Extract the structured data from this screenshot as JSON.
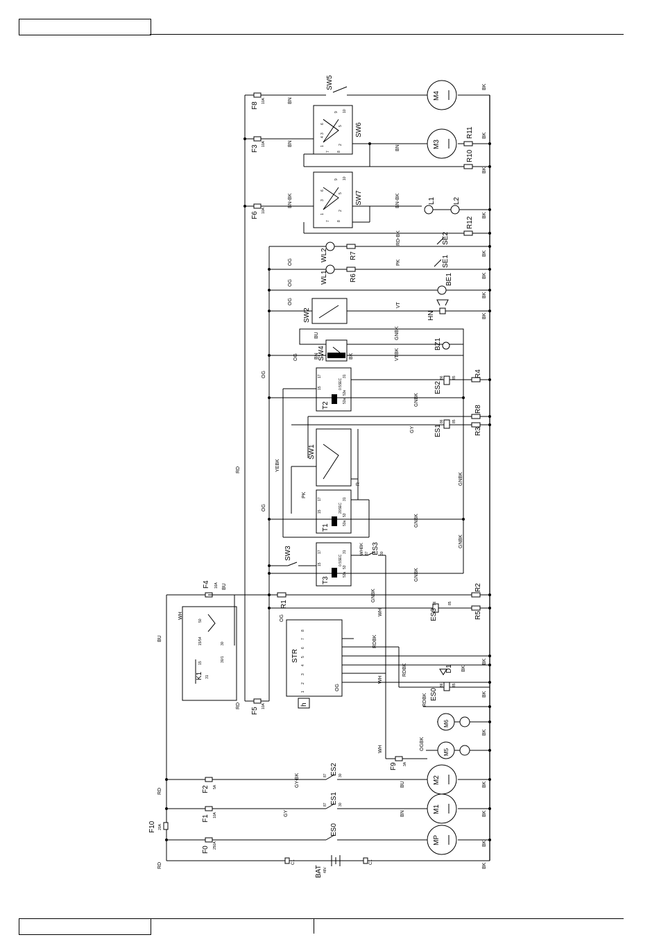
{
  "page": {
    "header_box_top": "",
    "footer_box_left": "",
    "footer_box_mid": ""
  },
  "fuses": [
    {
      "id": "F8",
      "rating": "10A"
    },
    {
      "id": "F3",
      "rating": "10A"
    },
    {
      "id": "F6",
      "rating": "10A"
    },
    {
      "id": "F4",
      "rating": "16A"
    },
    {
      "id": "F5",
      "rating": "10A"
    },
    {
      "id": "F9",
      "rating": "3A"
    },
    {
      "id": "F2",
      "rating": "5A"
    },
    {
      "id": "F1",
      "rating": "10A"
    },
    {
      "id": "F10",
      "rating": "20A"
    },
    {
      "id": "F0",
      "rating": "250A"
    }
  ],
  "motors": [
    "M4",
    "M3",
    "M2",
    "M1",
    "MP",
    "M6",
    "M5"
  ],
  "resistors": [
    "R11",
    "R10",
    "R12",
    "R7",
    "R6",
    "R4",
    "R8",
    "R3",
    "R1",
    "R2",
    "R5"
  ],
  "lamps": [
    "L1",
    "L2",
    "WL2",
    "WL1",
    "BE1"
  ],
  "switches": [
    "SW5",
    "SW6",
    "SW7",
    "SE2",
    "SE1",
    "SW2",
    "SW4",
    "SW1",
    "SW3",
    "ES3"
  ],
  "timers": [
    "T2",
    "T1",
    "T3"
  ],
  "relays": [
    "ES2",
    "ES1",
    "ES3",
    "ES0",
    "K1"
  ],
  "misc": {
    "horn": "HN",
    "buzzer": "BZ1",
    "diode": "D1",
    "starter": "STR",
    "battery": "BAT",
    "battery_voltage": "48V",
    "cap": "C1",
    "hour_meter": "h",
    "main_switch": "ES0",
    "es1": "ES1",
    "es2": "ES2"
  },
  "wire_colors": {
    "bn": "BN",
    "bk": "BK",
    "bn_bk": "BN-BK",
    "rd_bk": "RD-BK",
    "og": "OG",
    "pk": "PK",
    "vt": "VT",
    "bu": "BU",
    "gnbk": "GNBK",
    "vtbk": "VTBK",
    "gy": "GY",
    "yebk": "YEBK",
    "r": "R",
    "rd": "RD",
    "wh": "WH",
    "whbk": "WHBK",
    "rdbk": "RDBK",
    "ogbk": "OGBK",
    "gy_bk": "GY-BK"
  },
  "terminals": {
    "k1": [
      "15",
      "15/54",
      "50",
      "30",
      "30/1",
      "31"
    ],
    "timer": [
      "15",
      "17",
      "31",
      "53a",
      "53",
      "53e",
      "0.5SEC",
      "20SEC"
    ],
    "es3_pins": [
      "87",
      "30"
    ],
    "relay_pins": [
      "86",
      "85"
    ],
    "switch_pins": [
      "1",
      "2",
      "3",
      "4",
      "5",
      "6",
      "7",
      "8",
      "9",
      "10"
    ],
    "str_pins": [
      "1",
      "2",
      "3",
      "4",
      "5",
      "6",
      "7",
      "8"
    ]
  }
}
